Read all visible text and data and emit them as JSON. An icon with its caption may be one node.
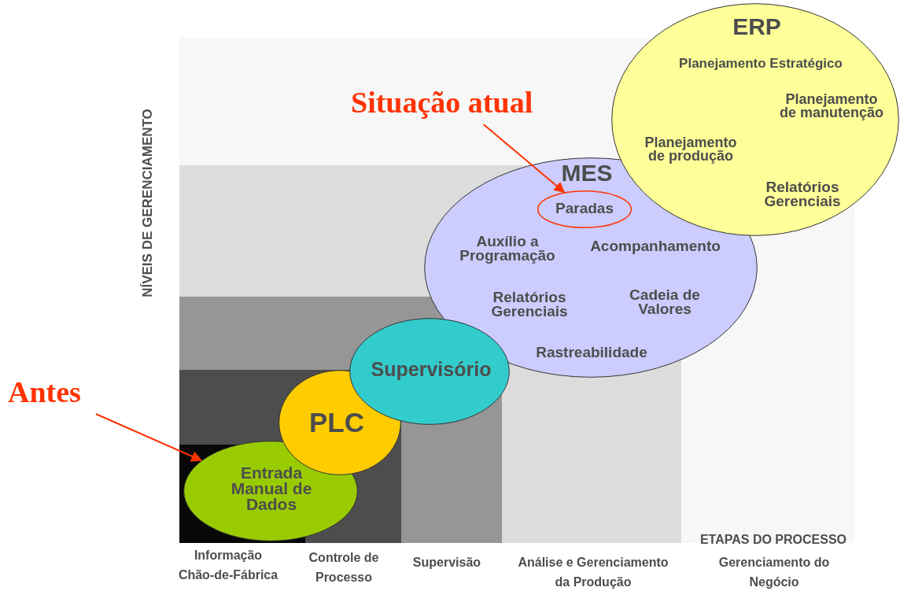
{
  "diagram": {
    "nodes": [
      {
        "text": [
          "ERP",
          "Planejamento Estratégico",
          "Planejamento de manutenção",
          "Planejamento de produção",
          "Relatórios Gerenciais"
        ]
      },
      {
        "text": [
          "MES",
          "Auxílio a Programação",
          "Acompanhamento",
          "Relatórios Gerenciais",
          "Cadeia de Valores",
          "Rastreabilidade"
        ]
      },
      {
        "text": [
          "Paradas"
        ],
        "in": 1
      },
      {
        "text": [
          "Supervisório"
        ]
      },
      {
        "text": [
          "PLC"
        ]
      },
      {
        "text": [
          "Entrada Manual de Dados"
        ]
      },
      {
        "text": [
          "Situação atual"
        ]
      },
      {
        "text": [
          "Antes"
        ]
      }
    ],
    "edges": [
      {
        "from": 6,
        "to": 2,
        "arrow": "to"
      },
      {
        "from": 7,
        "to": 5,
        "arrow": "to"
      }
    ],
    "labels": [
      "NÍVEIS DE GERENCIAMENTO",
      "ETAPAS DO PROCESSO",
      "Informação Chão-de-Fábrica",
      "Controle de Processo",
      "Supervisão",
      "Análise e Gerenciamento da Produção",
      "Gerenciamento do Negócio"
    ]
  }
}
